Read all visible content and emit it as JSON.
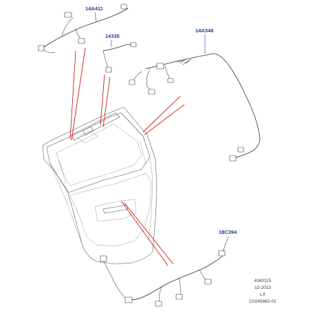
{
  "part_labels": {
    "harness_upper_left": "14A411",
    "harness_center": "14335",
    "harness_upper_right": "14A348",
    "harness_lower": "18C394"
  },
  "reference": {
    "line1": "4160115",
    "line2": "12-2013",
    "line3": "LX",
    "line4": "C0245882-01"
  },
  "colors": {
    "label_blue": "#1a3c8c",
    "callout_red": "#d01818",
    "line_gray": "#4a4a4a"
  }
}
